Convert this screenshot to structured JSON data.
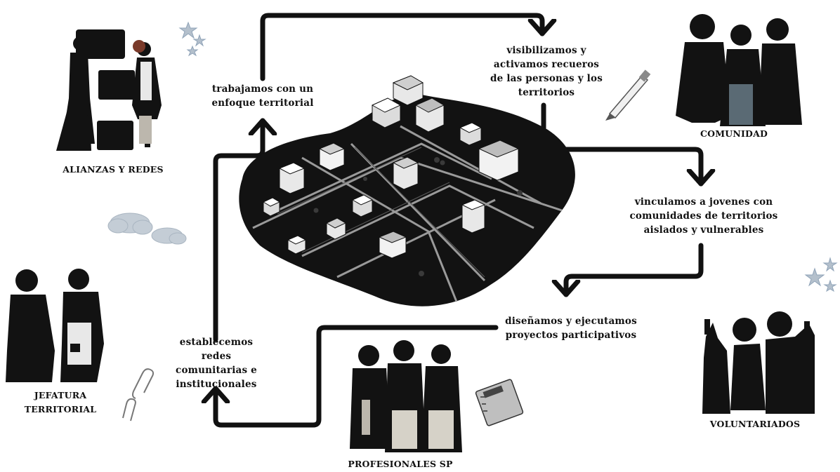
{
  "colors": {
    "ink": "#111111",
    "background": "#ffffff",
    "map_base": "#121212",
    "house": "#e8e8e8",
    "road": "#9a9a9a",
    "cloud": "#c4cdd6",
    "stars": "#8fa3b8"
  },
  "icons": [
    "people-group-icon",
    "pencil-icon",
    "stars-icon",
    "cloud-icon",
    "paperclip-icon",
    "notebook-icon",
    "isometric-town-map"
  ],
  "steps": {
    "territorial": "trabajamos con un enfoque territorial",
    "visibilizamos": "visibilizamos y activamos recueros de las personas y los territorios",
    "vinculamos": "vinculamos a jovenes con comunidades de territorios aislados y vulnerables",
    "disenamos": "diseñamos y ejecutamos proyectos participativos",
    "establecemos": "establecemos redes comunitarias e institucionales"
  },
  "actors": {
    "alianzas": "ALIANZAS Y REDES",
    "comunidad": "COMUNIDAD",
    "jefatura": "JEFATURA TERRITORIAL",
    "voluntariados": "VOLUNTARIADOS",
    "profesionales": "PROFESIONALES SP"
  }
}
